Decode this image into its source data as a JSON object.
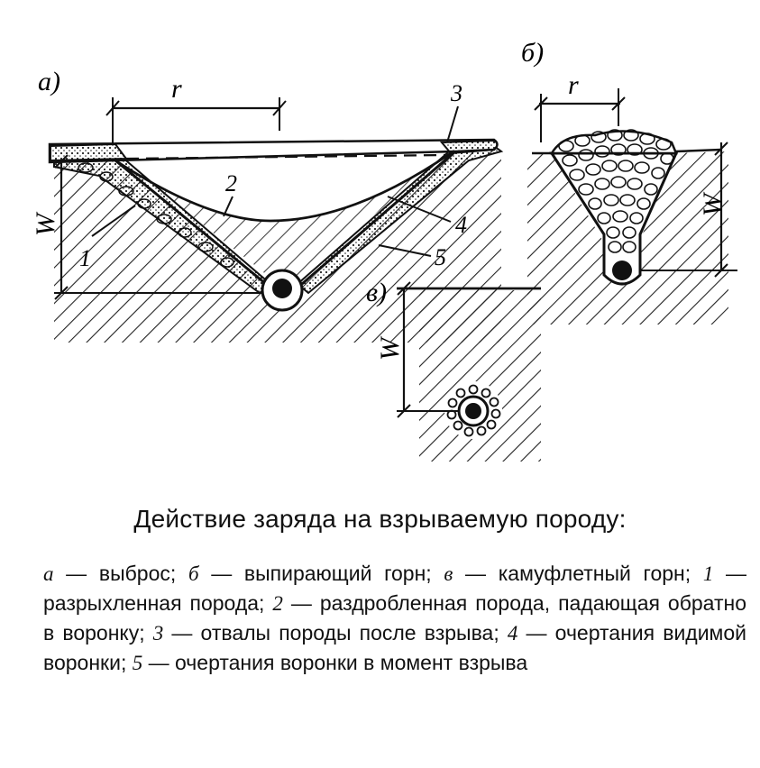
{
  "figure": {
    "panels": [
      {
        "letter": "а)",
        "dim_r": "r",
        "dim_w": "W",
        "callouts": [
          "1",
          "2",
          "3",
          "4",
          "5"
        ]
      },
      {
        "letter": "б)",
        "dim_r": "r",
        "dim_w": "W"
      },
      {
        "letter": "в)",
        "dim_w": "W"
      }
    ]
  },
  "caption": {
    "title": "Действие заряда на взрываемую породу:",
    "legend": [
      {
        "key": "а",
        "text": " — выброс; "
      },
      {
        "key": "б",
        "text": " — выпирающий горн; "
      },
      {
        "key": "в",
        "text": " — камуфлетный горн; "
      },
      {
        "key": "1",
        "text": " — разрыхленная порода; "
      },
      {
        "key": "2",
        "text": " — раздробленная порода, падающая обратно в воронку; "
      },
      {
        "key": "3",
        "text": " — отвалы породы после взрыва; "
      },
      {
        "key": "4",
        "text": " — очертания видимой воронки; "
      },
      {
        "key": "5",
        "text": " — очертания воронки в момент взрыва"
      }
    ]
  }
}
